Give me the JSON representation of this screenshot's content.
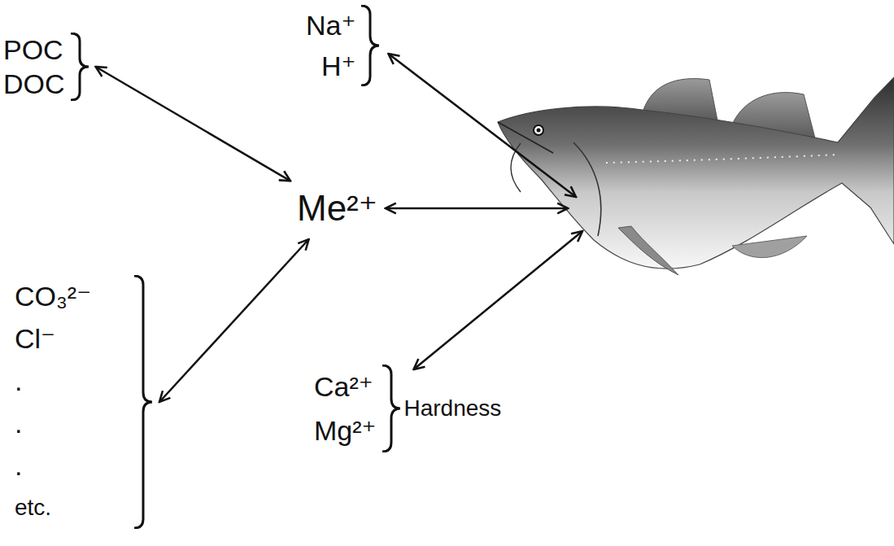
{
  "diagram": {
    "nodes": [
      {
        "text": [
          "POC",
          "DOC"
        ]
      },
      {
        "text": [
          "Na⁺",
          "H⁺"
        ]
      },
      {
        "text": [
          "Me²⁺"
        ]
      },
      {
        "text": [
          "CO₃²⁻",
          "Cl⁻",
          ".",
          ".",
          ".",
          "etc."
        ]
      },
      {
        "text": [
          "Ca²⁺",
          "Mg²⁺",
          "Hardness"
        ]
      }
    ],
    "edges": [
      {
        "from": 0,
        "to": 2,
        "arrow": "both"
      },
      {
        "from": 3,
        "to": 2,
        "arrow": "both"
      }
    ]
  }
}
